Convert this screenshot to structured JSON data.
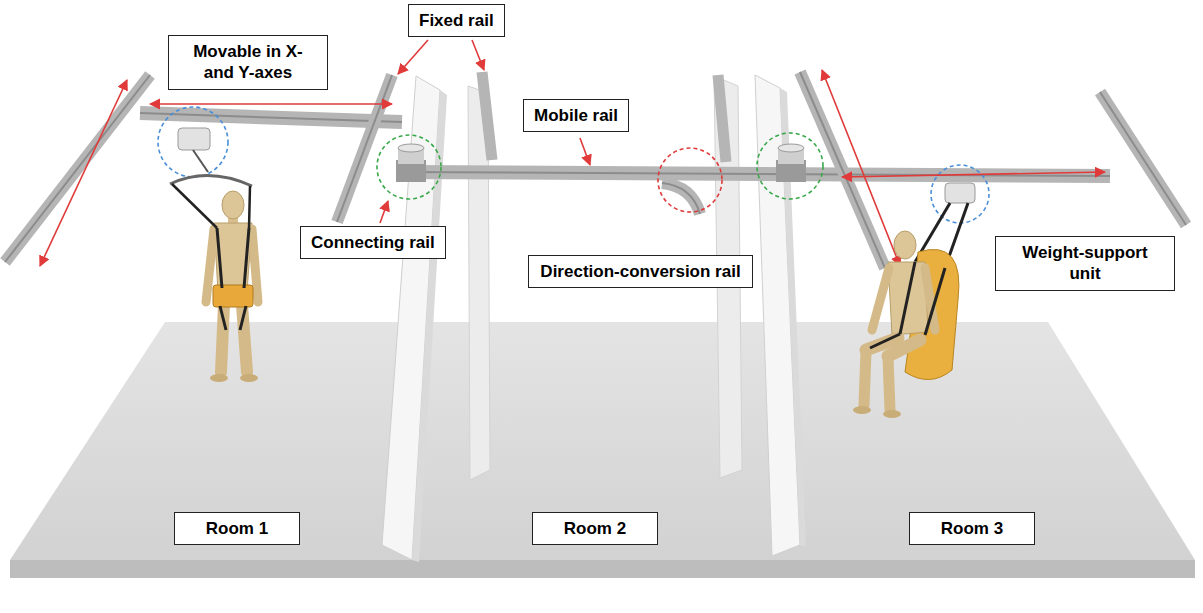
{
  "diagram": {
    "nodes": [
      {
        "text": [
          "Fixed rail"
        ]
      },
      {
        "text": [
          "Movable in X- and Y-axes"
        ]
      },
      {
        "text": [
          "Mobile rail"
        ]
      },
      {
        "text": [
          "Connecting rail"
        ]
      },
      {
        "text": [
          "Direction-conversion rail"
        ]
      },
      {
        "text": [
          "Weight-support unit"
        ]
      },
      {
        "text": [
          "Room 1"
        ]
      },
      {
        "text": [
          "Room 2"
        ]
      },
      {
        "text": [
          "Room 3"
        ]
      }
    ]
  }
}
